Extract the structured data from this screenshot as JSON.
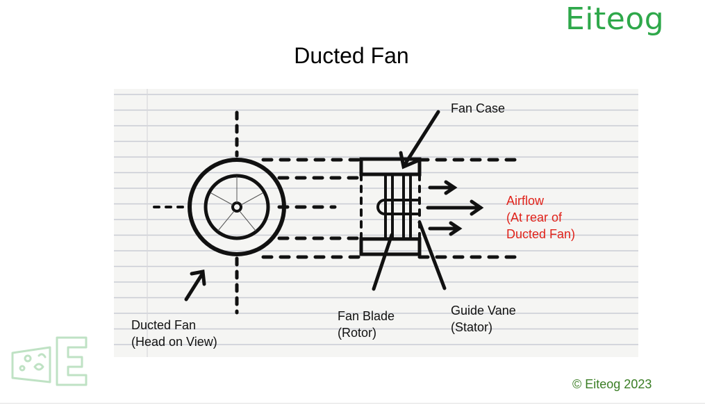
{
  "brand": "Eiteog",
  "title": "Ducted Fan",
  "labels": {
    "fan_case": "Fan Case",
    "airflow": [
      "Airflow",
      "(At rear of",
      "Ducted Fan)"
    ],
    "head_on": [
      "Ducted Fan",
      "(Head on View)"
    ],
    "fan_blade": [
      "Fan Blade",
      "(Rotor)"
    ],
    "guide_vane": [
      "Guide Vane",
      "(Stator)"
    ]
  },
  "copyright": "© Eiteog 2023",
  "colors": {
    "brand": "#2ea84a",
    "airflow_text": "#e0231b",
    "copyright": "#3a7d24",
    "ink": "#111111",
    "paper_lines": "#c9ccd4"
  },
  "icons": [
    "eiteog-logo-icon"
  ]
}
